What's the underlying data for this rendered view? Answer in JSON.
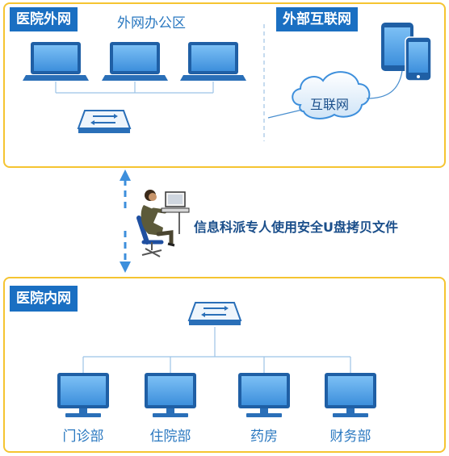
{
  "outer_network": {
    "title": "医院外网",
    "office_label": "外网办公区",
    "computers": [
      "laptop-icon",
      "laptop-icon",
      "laptop-icon"
    ],
    "switch": "switch-icon"
  },
  "internet_zone": {
    "title": "外部互联网",
    "cloud_label": "互联网",
    "devices": [
      "tablet-icon",
      "phone-icon"
    ]
  },
  "transfer": {
    "caption": "信息科派专人使用安全U盘拷贝文件",
    "person": "operator-at-computer-icon"
  },
  "inner_network": {
    "title": "医院内网",
    "switch": "switch-icon",
    "departments": [
      "门诊部",
      "住院部",
      "药房",
      "财务部"
    ]
  },
  "colors": {
    "frame_border": "#f5c431",
    "tag_background": "#1a6fc2",
    "device_blue": "#3d8fdc",
    "line": "#7fb2db",
    "arrow": "#3d8fdc"
  }
}
